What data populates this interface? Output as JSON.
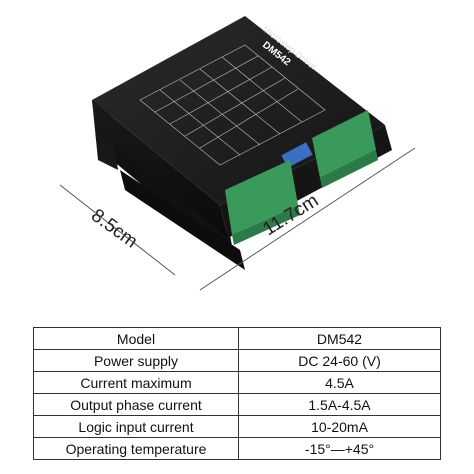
{
  "dimensions": {
    "width_label": "11.7cm",
    "depth_label": "8.5cm"
  },
  "device": {
    "title": "Microstep Driver",
    "model": "DM542",
    "colors": {
      "body": "#1c1c1c",
      "terminal": "#3a9a5c",
      "dip_switch": "#3a6fc4"
    }
  },
  "specs": [
    {
      "label": "Model",
      "value": "DM542"
    },
    {
      "label": "Power supply",
      "value": "DC 24-60 (V)"
    },
    {
      "label": "Current maximum",
      "value": "4.5A"
    },
    {
      "label": "Output phase current",
      "value": "1.5A-4.5A"
    },
    {
      "label": "Logic input current",
      "value": "10-20mA"
    },
    {
      "label": "Operating temperature",
      "value": "-15°—+45°"
    }
  ]
}
